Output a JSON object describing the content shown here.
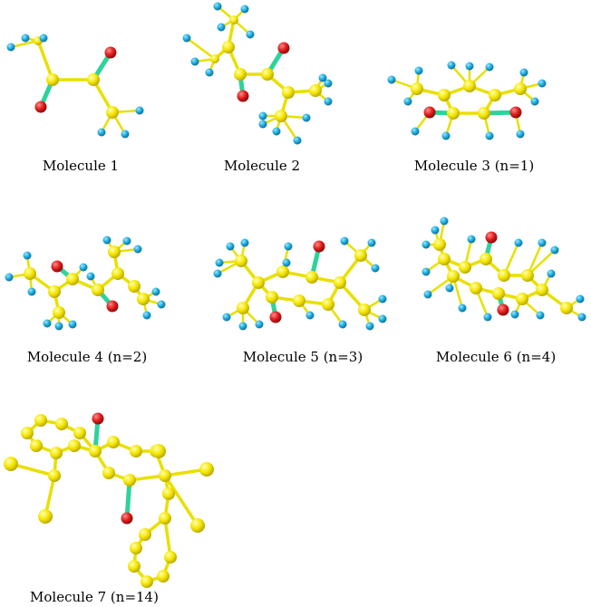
{
  "colors": {
    "carbon": "#f5e600",
    "oxygen": "#e01c1c",
    "hydrogen": "#1aa9de",
    "double_bond": "#2ed39a",
    "bond": "#e8e000"
  },
  "captions": {
    "m1": "Molecule 1",
    "m2": "Molecule 2",
    "m3": "Molecule 3 (n=1)",
    "m4": "Molecule 4 (n=2)",
    "m5": "Molecule 5 (n=3)",
    "m6": "Molecule 6 (n=4)",
    "m7": "Molecule 7 (n=14)"
  }
}
